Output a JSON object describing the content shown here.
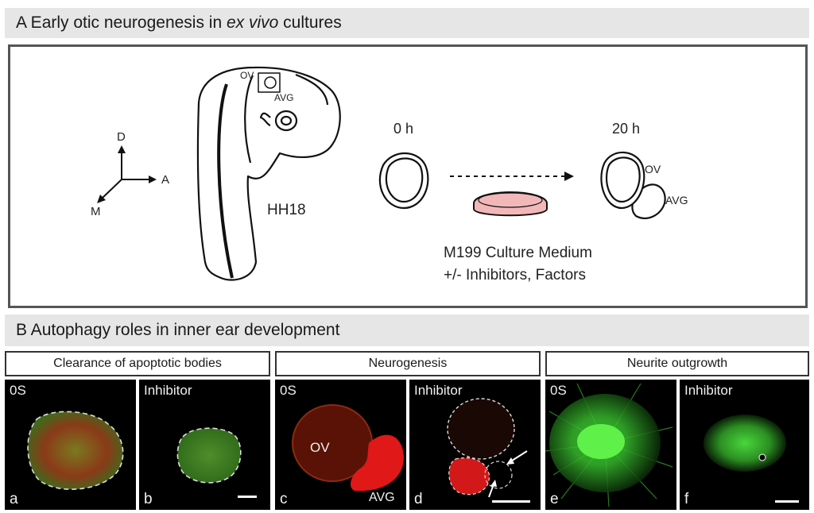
{
  "section_a": {
    "prefix": "A Early otic neurogenesis in ",
    "italic": "ex vivo",
    "suffix": " cultures"
  },
  "axes": {
    "d": "D",
    "a": "A",
    "m": "M"
  },
  "embryo": {
    "ov": "OV",
    "avg": "AVG",
    "stage": "HH18"
  },
  "culture": {
    "t0": "0 h",
    "t20": "20 h",
    "ov": "OV",
    "avg": "AVG",
    "medium_line1": "M199 Culture Medium",
    "medium_line2": "+/- Inhibitors, Factors"
  },
  "section_b": {
    "title": "B Autophagy roles in inner ear development"
  },
  "groups": [
    "Clearance of apoptotic bodies",
    "Neurogenesis",
    "Neurite outgrowth"
  ],
  "panels": [
    {
      "id": "a",
      "title": "0S",
      "letter": "a"
    },
    {
      "id": "b",
      "title": "Inhibitor",
      "letter": "b"
    },
    {
      "id": "c",
      "title": "0S",
      "letter": "c",
      "ov": "OV",
      "avg": "AVG"
    },
    {
      "id": "d",
      "title": "Inhibitor",
      "letter": "d"
    },
    {
      "id": "e",
      "title": "0S",
      "letter": "e"
    },
    {
      "id": "f",
      "title": "Inhibitor",
      "letter": "f"
    }
  ],
  "colors": {
    "culture_dish": "#f2b7b8",
    "fluor_red": "#e01818",
    "fluor_green": "#3fd03a",
    "section_bar": "#e6e6e6"
  }
}
